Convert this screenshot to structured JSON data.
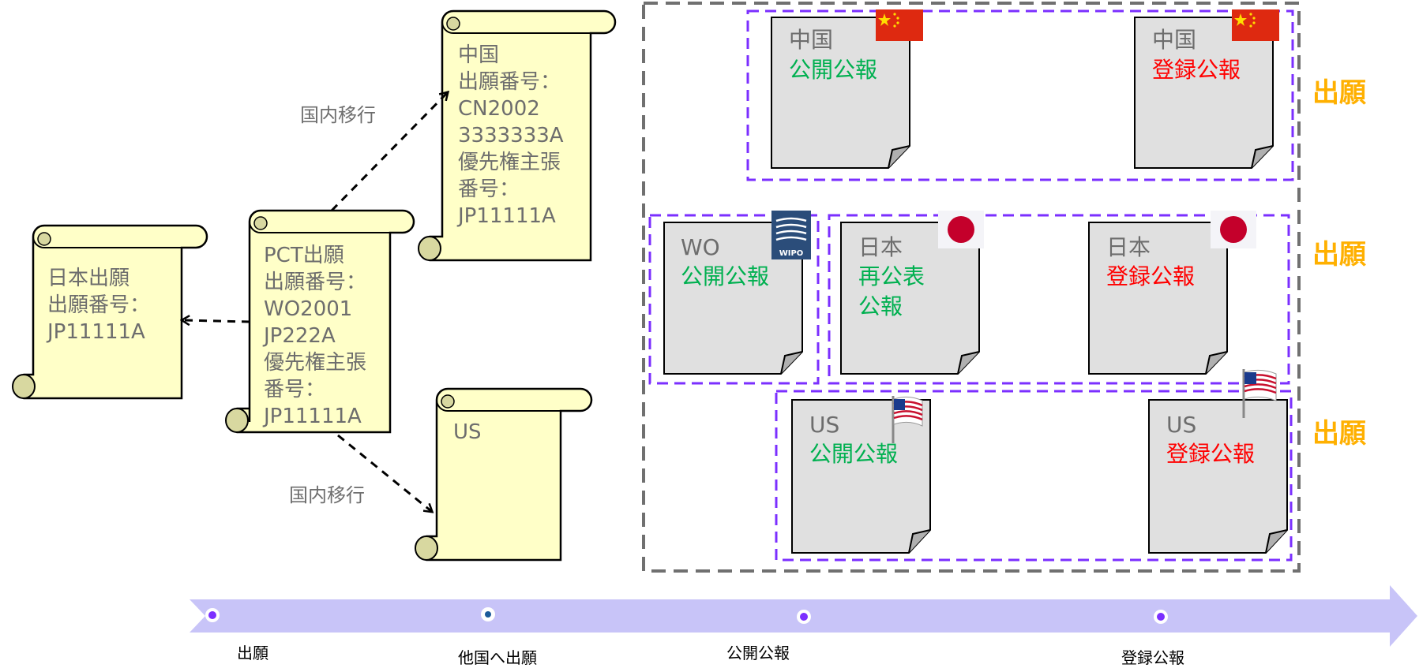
{
  "scrolls": {
    "japan": {
      "lines": "日本出願\n出願番号：\nJP11111A"
    },
    "pct": {
      "lines": "PCT出願\n出願番号：\nWO2001\nJP222A\n優先権主張\n番号：\nJP11111A"
    },
    "china": {
      "lines": "中国\n出願番号：\nCN2002\n3333333A\n優先権主張\n番号：\nJP11111A"
    },
    "us": {
      "lines": "US"
    }
  },
  "arrows": {
    "to_china": "国内移行",
    "to_us": "国内移行"
  },
  "docs": {
    "cn_pub": {
      "country": "中国",
      "type": "公開公報"
    },
    "cn_reg": {
      "country": "中国",
      "type": "登録公報"
    },
    "wo_pub": {
      "country": "WO",
      "type": "公開公報"
    },
    "jp_repub": {
      "country": "日本",
      "type": "再公表\n公報"
    },
    "jp_reg": {
      "country": "日本",
      "type": "登録公報"
    },
    "us_pub": {
      "country": "US",
      "type": "公開公報"
    },
    "us_reg": {
      "country": "US",
      "type": "登録公報"
    }
  },
  "side_labels": [
    "出願",
    "出願",
    "出願"
  ],
  "timeline": {
    "labels": [
      "出願",
      "他国へ出願",
      "公開公報",
      "登録公報"
    ]
  },
  "icons": {
    "wipo": "WIPO"
  },
  "colors": {
    "scroll_fill": "#ffffc8",
    "doc_fill": "#e0e0e0",
    "purple_dash": "#7b2fff",
    "gray_dash": "#707070",
    "timeline": "#c8c4f8",
    "side_label": "#ffb000",
    "public_text": "#00b050",
    "register_text": "#ff0000"
  }
}
